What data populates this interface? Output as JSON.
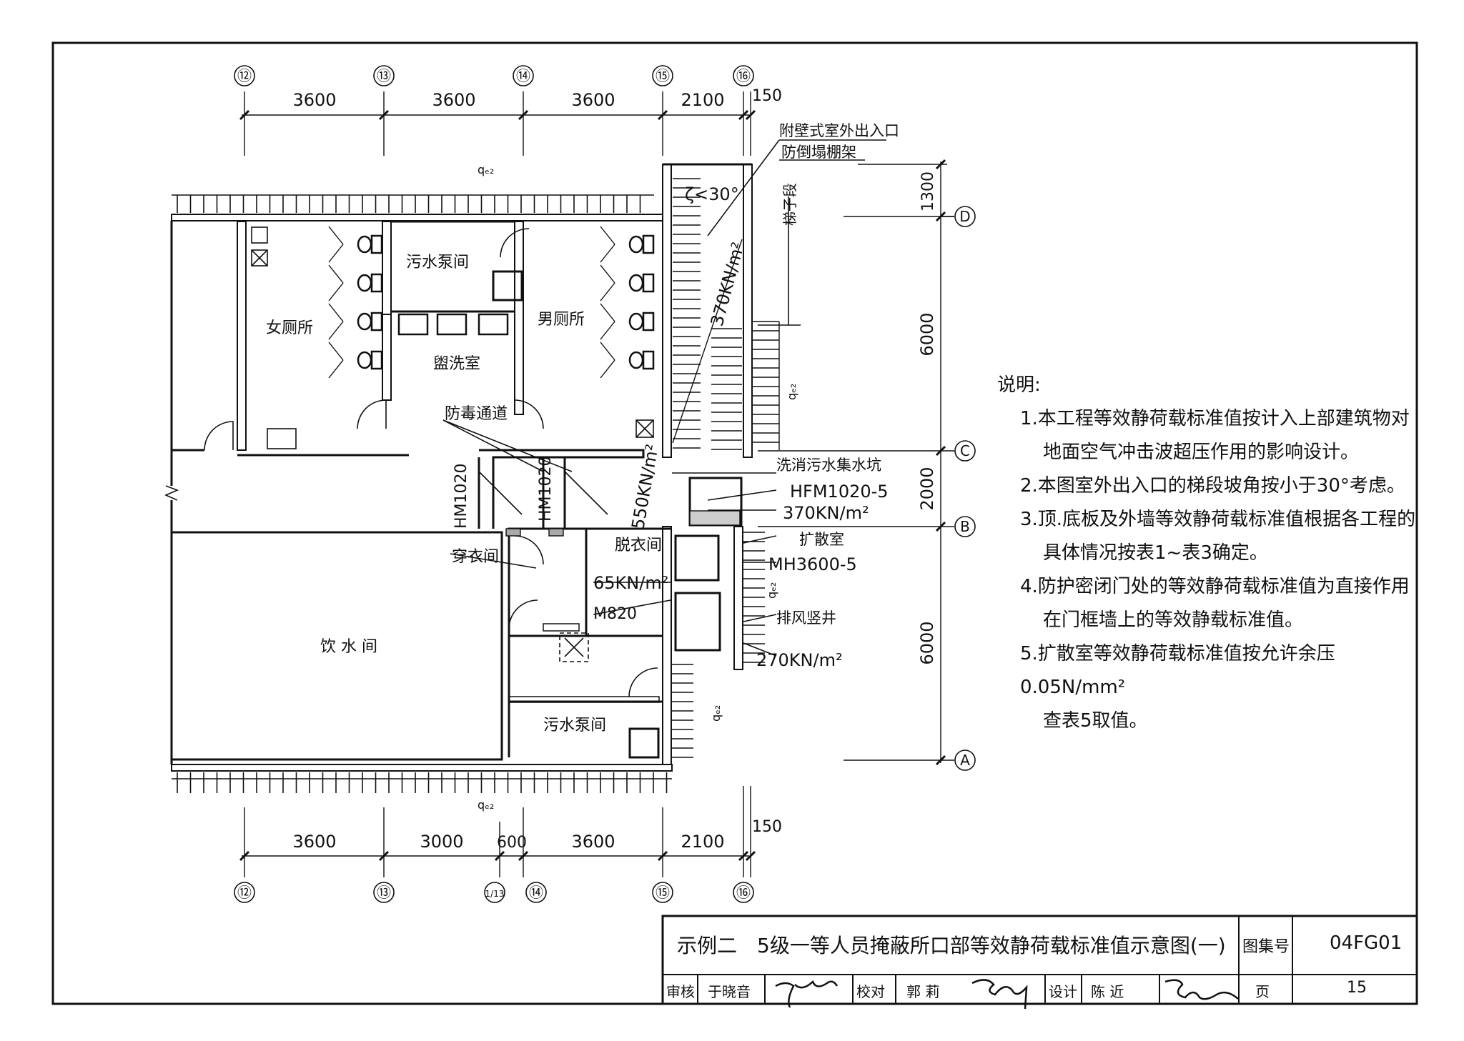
{
  "axes_top": [
    "⑫",
    "⑬",
    "⑭",
    "⑮",
    "⑯"
  ],
  "axes_bottom": [
    "⑫",
    "⑬",
    "1/13",
    "⑭",
    "⑮",
    "⑯"
  ],
  "axes_right": [
    "D",
    "C",
    "B",
    "A"
  ],
  "dims_top": [
    "3600",
    "3600",
    "3600",
    "2100",
    "150"
  ],
  "dims_bottom": [
    "3600",
    "3000",
    "600",
    "3600",
    "2100",
    "150"
  ],
  "dims_right": [
    "1300",
    "6000",
    "2000",
    "6000"
  ],
  "rooms": {
    "female_toilet": "女厕所",
    "male_toilet": "男厕所",
    "sewage_pump_top": "污水泵间",
    "sewage_pump_bottom": "污水泵间",
    "washroom": "盥洗室",
    "decon_passage": "防毒通道",
    "dressing": "穿衣间",
    "undressing": "脱衣间",
    "water_room": "饮 水 间",
    "stair_section": "梯子段"
  },
  "labels": {
    "entrance": "附壁式室外出入口",
    "anti_collapse": "防倒塌棚架",
    "slope": "ζ<30°",
    "sump": "洗消污水集水坑",
    "expansion": "扩散室",
    "exhaust": "排风竖井",
    "door_hfm": "HFM1020-5",
    "door_mh": "MH3600-5",
    "door_hm1": "HM1020",
    "door_hm2": "HM1020",
    "door_m820": "M820",
    "q_top": "qₑ₂",
    "q_bottom": "qₑ₂",
    "q_right1": "qₑ₂",
    "q_right2": "qₑ₂",
    "q_right3": "qₑ₂"
  },
  "loads": {
    "stair": "370KN/m²",
    "passage": "550KN/m²",
    "hfm": "370KN/m²",
    "undress": "65KN/m²",
    "exhaust": "270KN/m²"
  },
  "notes": {
    "heading": "说明:",
    "n1a": "1.本工程等效静荷载标准值按计入上部建筑物对",
    "n1b": "地面空气冲击波超压作用的影响设计。",
    "n2": "2.本图室外出入口的梯段坡角按小于30°考虑。",
    "n3a": "3.顶.底板及外墙等效静荷载标准值根据各工程的",
    "n3b": "具体情况按表1~表3确定。",
    "n4a": "4.防护密闭门处的等效静荷载标准值为直接作用",
    "n4b": "在门框墙上的等效静载标准值。",
    "n5a": "5.扩散室等效静荷载标准值按允许余压0.05N/mm²",
    "n5b": "查表5取值。"
  },
  "title_block": {
    "title": "示例二　5级一等人员掩蔽所口部等效静荷载标准值示意图(一)",
    "atlas_label": "图集号",
    "atlas_no": "04FG01",
    "review_label": "审核",
    "reviewer": "于晓音",
    "check_label": "校对",
    "checker": "郭 莉",
    "design_label": "设计",
    "designer": "陈 近",
    "page_label": "页",
    "page_no": "15"
  }
}
